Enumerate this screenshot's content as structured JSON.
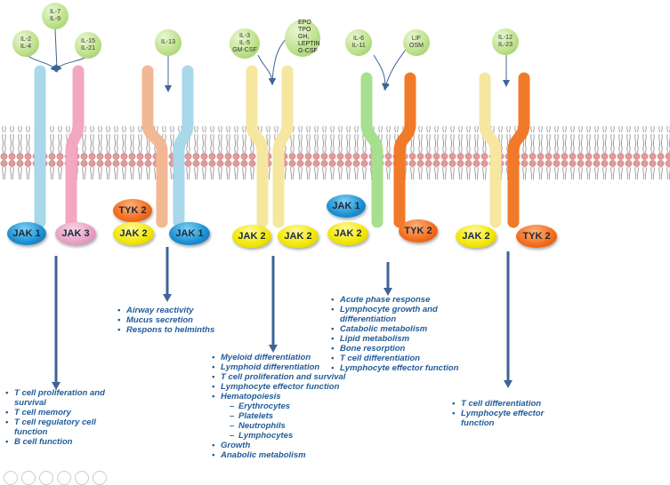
{
  "ligands": {
    "g1": {
      "top": [
        "IL-7",
        "IL-9"
      ],
      "left": [
        "IL-2",
        "IL-4"
      ],
      "right": [
        "IL-15",
        "IL-21"
      ]
    },
    "g2": {
      "center": [
        "IL-13"
      ]
    },
    "g3": {
      "left": [
        "IL-3",
        "IL-5",
        "GM-CSF"
      ],
      "right": [
        "EPO",
        "TPO",
        "GH,",
        "LEPTIN",
        "G-CSF"
      ]
    },
    "g4": {
      "left": [
        "IL-6",
        "IL-11"
      ],
      "right": [
        "LIF",
        "OSM"
      ]
    },
    "g5": {
      "center": [
        "IL-12",
        "IL-23"
      ]
    }
  },
  "kinases": {
    "g1": [
      "JAK 1",
      "JAK 3"
    ],
    "g2": [
      "TYK 2",
      "JAK 2",
      "JAK 1"
    ],
    "g3": [
      "JAK 2",
      "JAK 2"
    ],
    "g4": [
      "JAK 1",
      "JAK 2",
      "TYK 2"
    ],
    "g5": [
      "JAK 2",
      "TYK 2"
    ]
  },
  "functions": {
    "g1": [
      {
        "text": "T cell proliferation and survival"
      },
      {
        "text": "T cell memory"
      },
      {
        "text": "T cell regulatory cell function"
      },
      {
        "text": "B cell function"
      }
    ],
    "g2": [
      {
        "text": "Airway reactivity"
      },
      {
        "text": "Mucus secretion"
      },
      {
        "text": "Respons to helminths"
      }
    ],
    "g3": [
      {
        "text": "Myeloid differentiation"
      },
      {
        "text": "Lymphoid differentiation"
      },
      {
        "text": "T cell proliferation and survival"
      },
      {
        "text": "Lymphocyte effector function"
      },
      {
        "text": "Hematopoiesis"
      },
      {
        "text": "Erythrocytes",
        "sub": true
      },
      {
        "text": "Platelets",
        "sub": true
      },
      {
        "text": "Neutrophils",
        "sub": true
      },
      {
        "text": "Lymphocytes",
        "sub": true
      },
      {
        "text": "Growth"
      },
      {
        "text": "Anabolic metabolism"
      }
    ],
    "g4": [
      {
        "text": "Acute phase response"
      },
      {
        "text": "Lymphocyte growth and differentiation"
      },
      {
        "text": "Catabolic metabolism"
      },
      {
        "text": "Lipid metabolism"
      },
      {
        "text": "Bone resorption"
      },
      {
        "text": "T cell differentiation"
      },
      {
        "text": "Lymphocyte effector function"
      }
    ],
    "g5": [
      {
        "text": "T cell differentiation"
      },
      {
        "text": "Lymphocyte effector function"
      }
    ]
  },
  "colors": {
    "light_blue": "#a8d8ea",
    "pink": "#f3a7c0",
    "peach": "#f2b894",
    "cream_yellow": "#f6e7a0",
    "light_green": "#a6df8e",
    "orange": "#f07a2a",
    "arrow": "#3e6497",
    "text": "#1f5c99",
    "membrane_head": "#e39a9a"
  }
}
